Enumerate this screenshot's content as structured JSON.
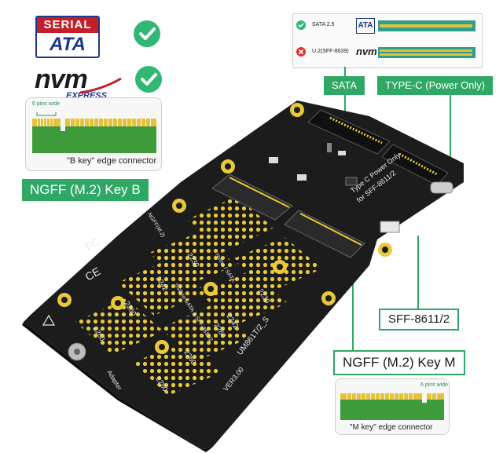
{
  "logos": {
    "sata_top": "SERIAL",
    "sata_bottom": "ATA",
    "nvm_word": "nvm",
    "nvm_sub": "EXPRESS"
  },
  "b_key_card": {
    "pin_note": "6 pins wide",
    "caption": "\"B key\" edge connector"
  },
  "m_key_card": {
    "pin_note": "6 pins wide",
    "caption": "\"M key\" edge connector"
  },
  "compat_panel": {
    "row1_label": "SATA 2.5",
    "row2_label": "U.2(SFF-8639)",
    "row1_logo": "ATA",
    "row2_logo": "nvm"
  },
  "callouts": {
    "sata": "SATA",
    "type_c": "TYPE-C (Power Only)",
    "ngff_b": "NGFF (M.2) Key B",
    "ngff_m": "NGFF (M.2) Key M",
    "sff": "SFF-8611/2"
  },
  "board": {
    "label_typec": "Type C Power Only",
    "label_sff": "for SFF-8611/2",
    "label_model": "UM861T/2_S",
    "label_ver": "VER3.00",
    "label_adapter": "Adapter",
    "label_ngff": "NGFF(M.2)",
    "label_sata_nvme": "Nvme / SATA",
    "label_ssd": "SSD to SATA & SFF-8611/2",
    "sizes": [
      "2230",
      "2242",
      "2260",
      "2280",
      "2242",
      "2260",
      "2280",
      "2230",
      "2260"
    ]
  },
  "colors": {
    "accent_green": "#2fa866",
    "board": "#1c1c1c",
    "pad_gold": "#e9c93a",
    "pcb_green": "#3e9b3b"
  }
}
